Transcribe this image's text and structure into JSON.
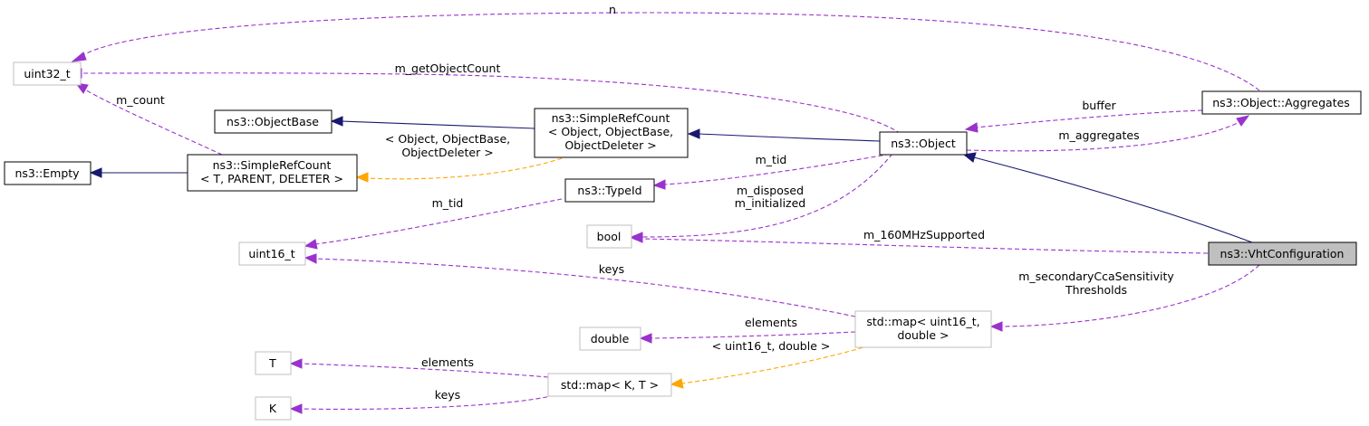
{
  "nodes": {
    "uint32_t": "uint32_t",
    "object_aggregates": "ns3::Object::Aggregates",
    "object_base": "ns3::ObjectBase",
    "simple_ref_count_obj": [
      "ns3::SimpleRefCount",
      "< Object, ObjectBase,",
      "ObjectDeleter >"
    ],
    "object": "ns3::Object",
    "empty": "ns3::Empty",
    "simple_ref_count_t": [
      "ns3::SimpleRefCount",
      "< T, PARENT, DELETER >"
    ],
    "type_id": "ns3::TypeId",
    "uint16_t": "uint16_t",
    "bool": "bool",
    "vht_configuration": "ns3::VhtConfiguration",
    "map_uint16_double": [
      "std::map< uint16_t,",
      "double >"
    ],
    "double": "double",
    "T": "T",
    "map_k_t": "std::map< K, T >",
    "K": "K"
  },
  "edge_labels": {
    "n": "n",
    "m_getObjectCount": "m_getObjectCount",
    "m_count": "m_count",
    "buffer": "buffer",
    "m_aggregates": "m_aggregates",
    "template_obj": [
      "< Object, ObjectBase,",
      "ObjectDeleter >"
    ],
    "m_tid_object": "m_tid",
    "m_tid_typeid": "m_tid",
    "m_disposed": [
      "m_disposed",
      "m_initialized"
    ],
    "m_160MHzSupported": "m_160MHzSupported",
    "keys_uint16": "keys",
    "m_secondaryCca": [
      "m_secondaryCcaSensitivity",
      "Thresholds"
    ],
    "elements_double": "elements",
    "template_map": "< uint16_t, double >",
    "elements_T": "elements",
    "keys_K": "keys"
  }
}
